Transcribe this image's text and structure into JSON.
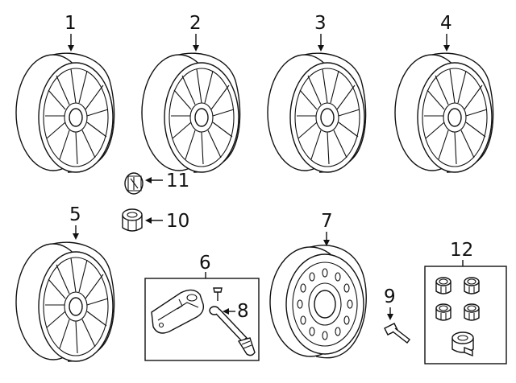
{
  "diagram": {
    "callouts": [
      {
        "id": "c1",
        "label": "1",
        "part": "wheel-style-1"
      },
      {
        "id": "c2",
        "label": "2",
        "part": "wheel-style-2"
      },
      {
        "id": "c3",
        "label": "3",
        "part": "wheel-style-3"
      },
      {
        "id": "c4",
        "label": "4",
        "part": "wheel-style-4"
      },
      {
        "id": "c5",
        "label": "5",
        "part": "wheel-style-5"
      },
      {
        "id": "c6",
        "label": "6",
        "part": "tire-pressure-sensor"
      },
      {
        "id": "c7",
        "label": "7",
        "part": "spare-steel-wheel"
      },
      {
        "id": "c8",
        "label": "8",
        "part": "valve-stem"
      },
      {
        "id": "c9",
        "label": "9",
        "part": "valve-stem-tool"
      },
      {
        "id": "c10",
        "label": "10",
        "part": "lug-nut"
      },
      {
        "id": "c11",
        "label": "11",
        "part": "center-cap"
      },
      {
        "id": "c12",
        "label": "12",
        "part": "locking-lug-nut-kit"
      }
    ],
    "icons": [
      "wheel-icon",
      "tpms-sensor-icon",
      "valve-stem-icon",
      "lug-nut-icon",
      "center-cap-icon"
    ]
  }
}
